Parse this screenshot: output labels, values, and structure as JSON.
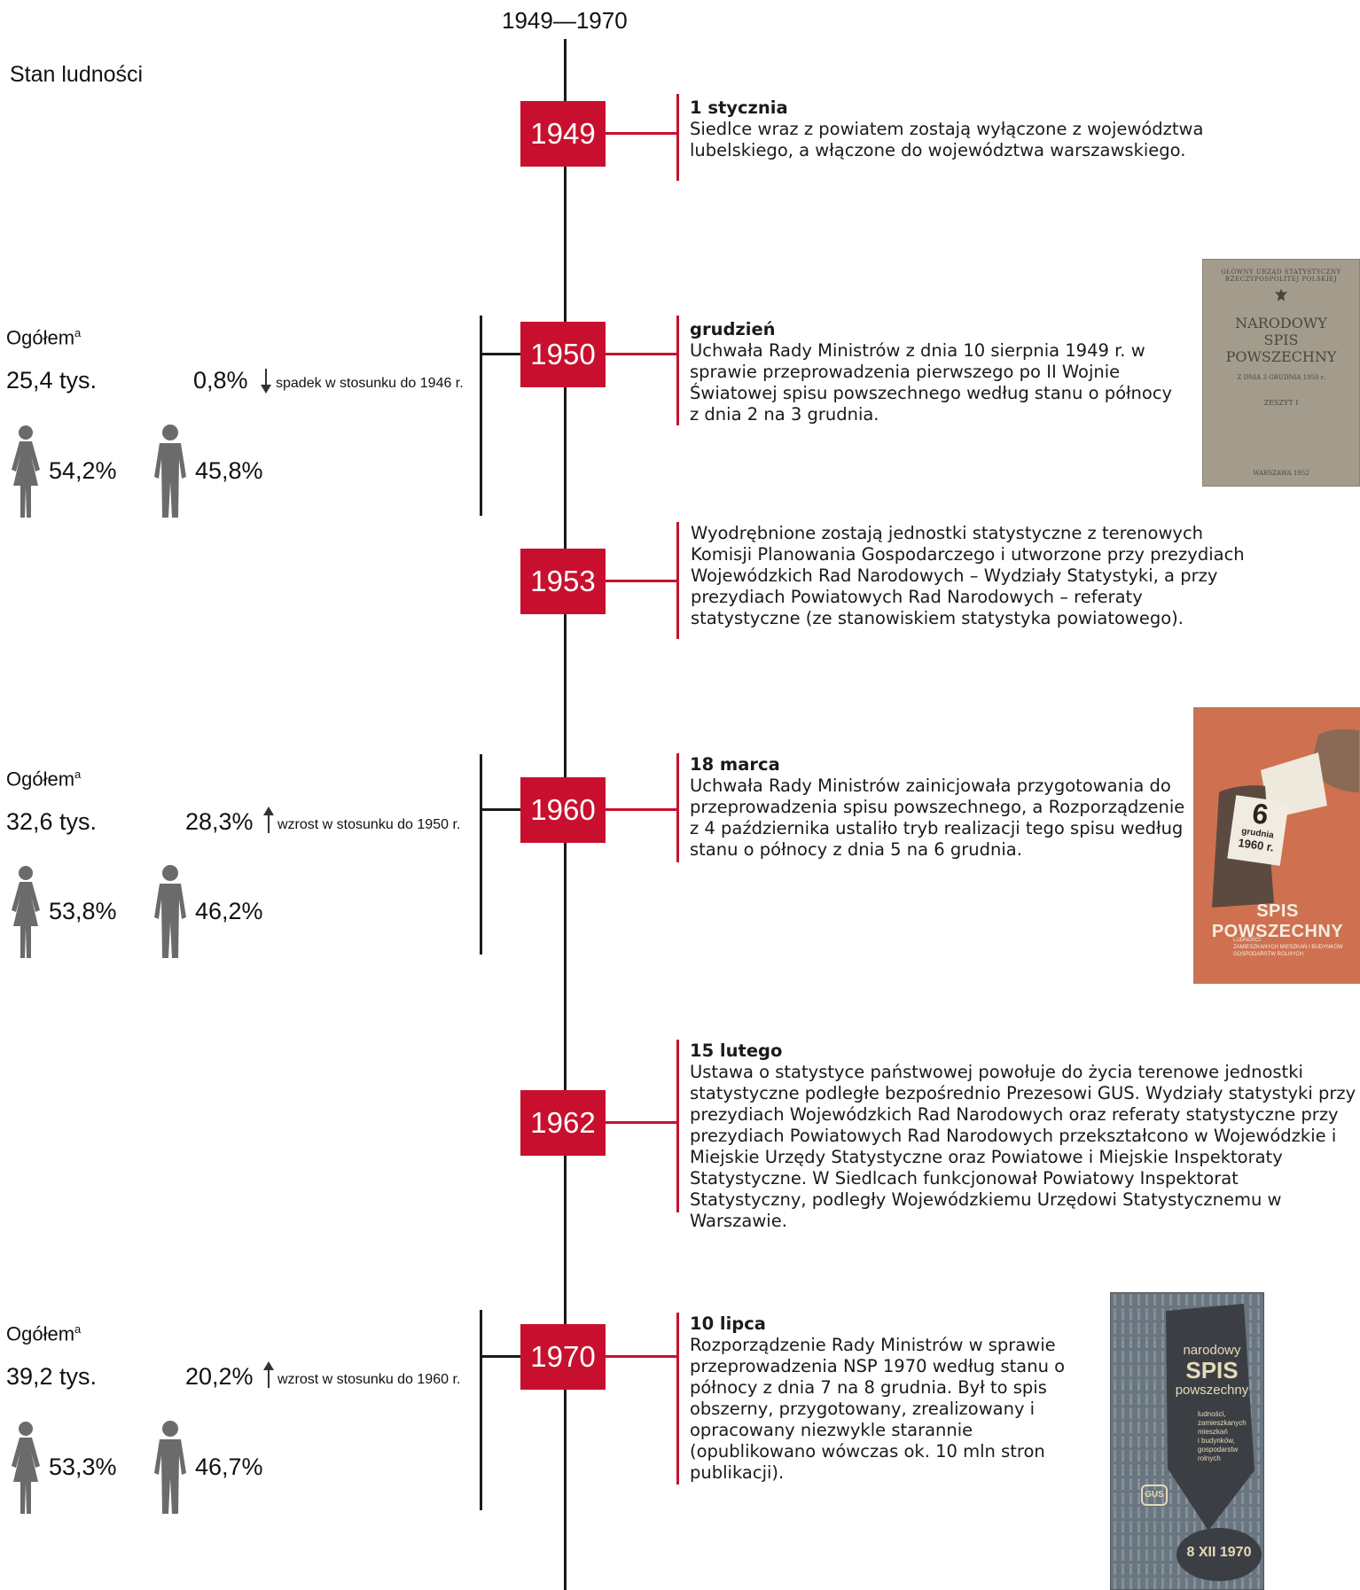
{
  "header": {
    "period": "1949—1970",
    "section_title": "Stan ludności"
  },
  "timeline": [
    {
      "year": "1949",
      "date": "1 stycznia",
      "text": "Siedlce wraz z powiatem zostają wyłączone z województwa lubelskiego, a włączone do województwa warszawskiego."
    },
    {
      "year": "1950",
      "date": "grudzień",
      "text": "Uchwała Rady Ministrów z dnia 10 sierpnia 1949 r. w sprawie przeprowadzenia pierwszego po II Wojnie Światowej spisu powszechnego według stanu o północy z dnia 2 na 3 grudnia."
    },
    {
      "year": "1953",
      "date": "",
      "text": "Wyodrębnione zostają jednostki statystyczne z terenowych Komisji Planowania Gospodarczego i utworzone przy prezydiach Wojewódzkich Rad Narodowych – Wydziały Statystyki, a przy prezydiach Powiatowych Rad Narodowych – referaty statystyczne (ze stanowiskiem statystyka powiatowego)."
    },
    {
      "year": "1960",
      "date": "18 marca",
      "text": "Uchwała Rady Ministrów zainicjowała przygotowania do przeprowadzenia spisu powszechnego, a Rozporządzenie z 4 października ustaliło tryb realizacji tego spisu według stanu o północy z dnia 5 na 6 grudnia."
    },
    {
      "year": "1962",
      "date": "15 lutego",
      "text": "Ustawa o statystyce państwowej powołuje do życia terenowe jednostki statystyczne podległe bezpośrednio Prezesowi GUS. Wydziały statystyki przy prezydiach Wojewódzkich Rad Narodowych oraz referaty statystyczne przy prezydiach Powiatowych Rad Narodowych przekształcono w Wojewódzkie i Miejskie Urzędy Statystyczne oraz Powiatowe i Miejskie Inspektoraty Statystyczne. W Siedlcach funkcjonował Powiatowy Inspektorat Statystyczny, podległy Wojewódzkiemu Urzędowi Statystycznemu w Warszawie."
    },
    {
      "year": "1970",
      "date": "10 lipca",
      "text": "Rozporządzenie Rady Ministrów w sprawie przeprowadzenia NSP 1970 według stanu o północy z dnia 7 na 8 grudnia. Był to spis obszerny, przygotowany, zrealizowany i opracowany niezwykle starannie (opublikowano wówczas ok. 10 mln stron publikacji)."
    }
  ],
  "population": [
    {
      "label": "Ogółem",
      "sup": "a",
      "total": "25,4 tys.",
      "change": "0,8%",
      "direction": "down",
      "note": "spadek w stosunku do 1946 r.",
      "female": "54,2%",
      "male": "45,8%"
    },
    {
      "label": "Ogółem",
      "sup": "a",
      "total": "32,6 tys.",
      "change": "28,3%",
      "direction": "up",
      "note": "wzrost w stosunku do 1950 r.",
      "female": "53,8%",
      "male": "46,2%"
    },
    {
      "label": "Ogółem",
      "sup": "a",
      "total": "39,2 tys.",
      "change": "20,2%",
      "direction": "up",
      "note": "wzrost w stosunku do 1960 r.",
      "female": "53,3%",
      "male": "46,7%"
    }
  ],
  "images": {
    "census1950": {
      "publisher_line1": "GŁÓWNY URZĄD STATYSTYCZNY",
      "publisher_line2": "RZECZYPOSPOLITEJ POLSKIEJ",
      "title_line1": "NARODOWY",
      "title_line2": "SPIS",
      "title_line3": "POWSZECHNY",
      "subtitle": "Z DNIA 3 GRUDNIA 1950 r.",
      "volume": "ZESZYT I",
      "place": "WARSZAWA 1952"
    },
    "poster1960": {
      "day": "6",
      "month": "grudnia",
      "year": "1960 r.",
      "title": "SPIS POWSZECHNY",
      "item1": "LUDNOŚCI",
      "item2": "ZAMIESZKANYCH MIESZKAŃ I BUDYNKÓW",
      "item3": "GOSPODARSTW ROLNYCH"
    },
    "poster1970": {
      "line1": "narodowy",
      "line2": "SPIS",
      "line3": "powszechny",
      "sub1": "ludności,",
      "sub2": "zamieszkanych",
      "sub3": "mieszkań",
      "sub4": "i budynków,",
      "sub5": "gospodarstw",
      "sub6": "rolnych",
      "logo": "GUS",
      "date": "8 XII 1970"
    }
  },
  "colors": {
    "accent": "#c8102e",
    "line": "#1a1a1a",
    "silhouette": "#6b6b6b"
  }
}
